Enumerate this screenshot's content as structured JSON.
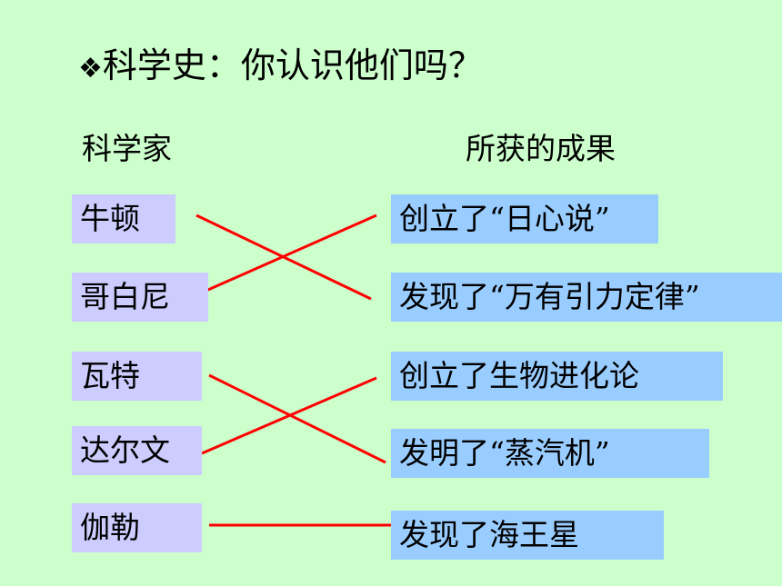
{
  "title": {
    "bullet": "❖",
    "text": "科学史：你认识他们吗？"
  },
  "headers": {
    "scientist": "科学家",
    "achievement": "所获的成果"
  },
  "scientists": [
    "牛顿",
    "哥白尼",
    "瓦特",
    "达尔文",
    "伽勒"
  ],
  "achievements": [
    "创立了“日心说”",
    "发现了“万有引力定律”",
    "创立了生物进化论",
    "发明了“蒸汽机”",
    "发现了海王星"
  ],
  "matches": [
    {
      "scientist": "牛顿",
      "achievement": "发现了“万有引力定律”"
    },
    {
      "scientist": "哥白尼",
      "achievement": "创立了“日心说”"
    },
    {
      "scientist": "瓦特",
      "achievement": "发明了“蒸汽机”"
    },
    {
      "scientist": "达尔文",
      "achievement": "创立了生物进化论"
    },
    {
      "scientist": "伽勒",
      "achievement": "发现了海王星"
    }
  ],
  "colors": {
    "background": "#ccffcc",
    "scientist_box": "#ccccff",
    "achievement_box": "#99ccff",
    "line": "#ff0000"
  }
}
